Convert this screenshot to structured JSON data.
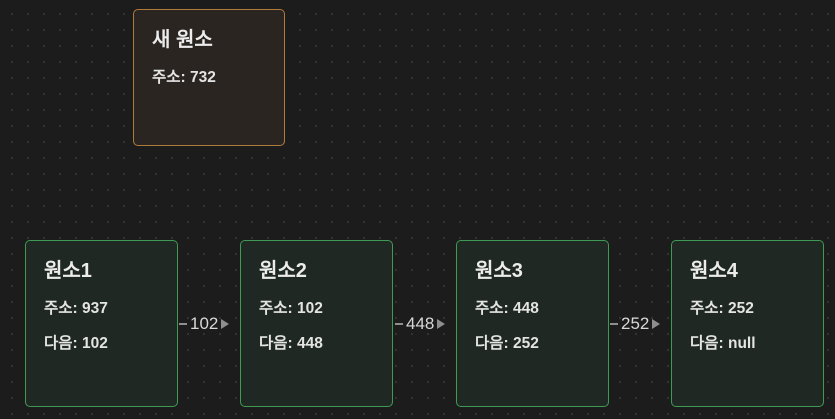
{
  "new_node": {
    "title": "새 원소",
    "address": "주소: 732"
  },
  "nodes": [
    {
      "title": "원소1",
      "address": "주소: 937",
      "next": "다음: 102"
    },
    {
      "title": "원소2",
      "address": "주소: 102",
      "next": "다음: 448"
    },
    {
      "title": "원소3",
      "address": "주소: 448",
      "next": "다음: 252"
    },
    {
      "title": "원소4",
      "address": "주소: 252",
      "next": "다음: null"
    }
  ],
  "edges": [
    {
      "label": "102"
    },
    {
      "label": "448"
    },
    {
      "label": "252"
    }
  ],
  "colors": {
    "background": "#1c1c1c",
    "new_node_border": "#b07a3c",
    "list_node_border": "#3f9a55",
    "edge": "#8e8e8e"
  }
}
